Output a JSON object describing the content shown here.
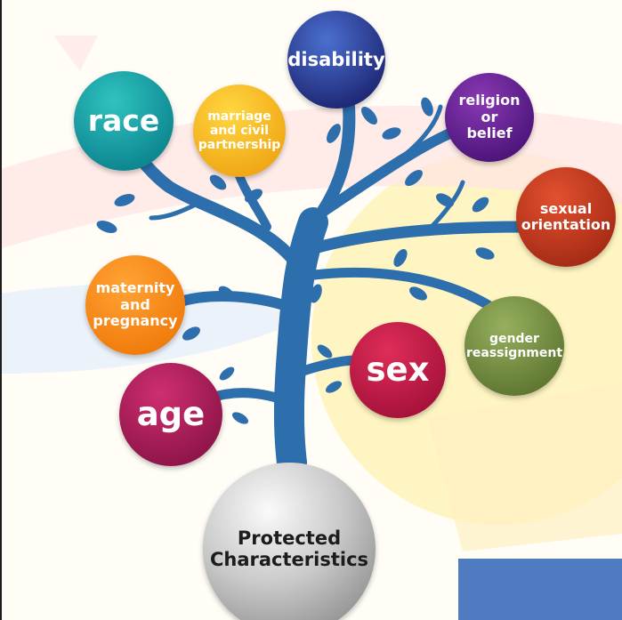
{
  "diagram": {
    "root": {
      "label_line1": "Protected",
      "label_line2": "Characteristics"
    },
    "characteristics": {
      "disability": {
        "lines": [
          "disability"
        ],
        "color": "#2b3a9a"
      },
      "race": {
        "lines": [
          "race"
        ],
        "color": "#16a3a8"
      },
      "marriage": {
        "lines": [
          "marriage",
          "and civil",
          "partnership"
        ],
        "color": "#f6b81f"
      },
      "religion": {
        "lines": [
          "religion",
          "or",
          "belief"
        ],
        "color": "#5e1f8f"
      },
      "sexual_orientation": {
        "lines": [
          "sexual",
          "orientation"
        ],
        "color": "#c23a1d"
      },
      "maternity": {
        "lines": [
          "maternity",
          "and",
          "pregnancy"
        ],
        "color": "#f58a1f"
      },
      "gender_reassignment": {
        "lines": [
          "gender",
          "reassignment"
        ],
        "color": "#738a3e"
      },
      "sex": {
        "lines": [
          "sex"
        ],
        "color": "#c21846"
      },
      "age": {
        "lines": [
          "age"
        ],
        "color": "#ad1d5b"
      }
    },
    "tree_color": "#2d6eac",
    "accent_box_color": "#4f7cc0"
  }
}
